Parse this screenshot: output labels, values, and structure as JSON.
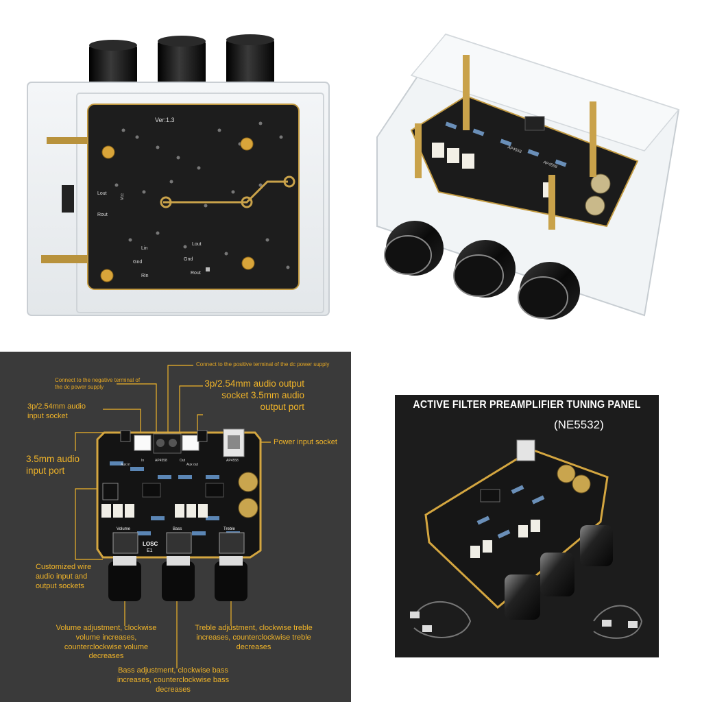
{
  "photo1": {
    "board_version": "Ver:1.3",
    "silk_labels": [
      "Lout",
      "Rout",
      "Lin",
      "Gnd",
      "Rin",
      "Lout",
      "Gnd",
      "Rout",
      "Vcc"
    ]
  },
  "photo2": {
    "silk_labels": [
      "AP4558",
      "AP4558"
    ]
  },
  "diagram": {
    "annotations": {
      "dc_positive": "Connect to the positive terminal of the dc power supply",
      "dc_negative": "Connect to the negative terminal of the dc power supply",
      "input_socket": "3p/2.54mm audio input socket",
      "output_socket": "3p/2.54mm audio output socket 3.5mm audio output port",
      "power_input": "Power input socket",
      "input_port": "3.5mm audio input port",
      "custom_wire": "Customized wire audio input and output sockets",
      "volume_adj": "Volume adjustment, clockwise volume increases, counterclockwise volume decreases",
      "treble_adj": "Treble adjustment, clockwise treble increases, counterclockwise treble decreases",
      "bass_adj": "Bass adjustment, clockwise bass increases, counterclockwise bass decreases"
    },
    "board_labels": {
      "volume": "Volume",
      "bass": "Bass",
      "treble": "Treble",
      "brand": "LOSC",
      "model": "E1",
      "chip1": "AP4558",
      "chip2": "AP4558",
      "aux_in": "Aux in",
      "aux_out": "Aux out",
      "in": "In",
      "out": "Out"
    },
    "colors": {
      "annotation": "#f0b429",
      "background": "#3a3a3a",
      "pcb": "#151515",
      "pcb_edge": "#d4a640"
    }
  },
  "product": {
    "title": "ACTIVE FILTER PREAMPLIFIER TUNING PANEL",
    "subtitle": "(NE5532)"
  }
}
